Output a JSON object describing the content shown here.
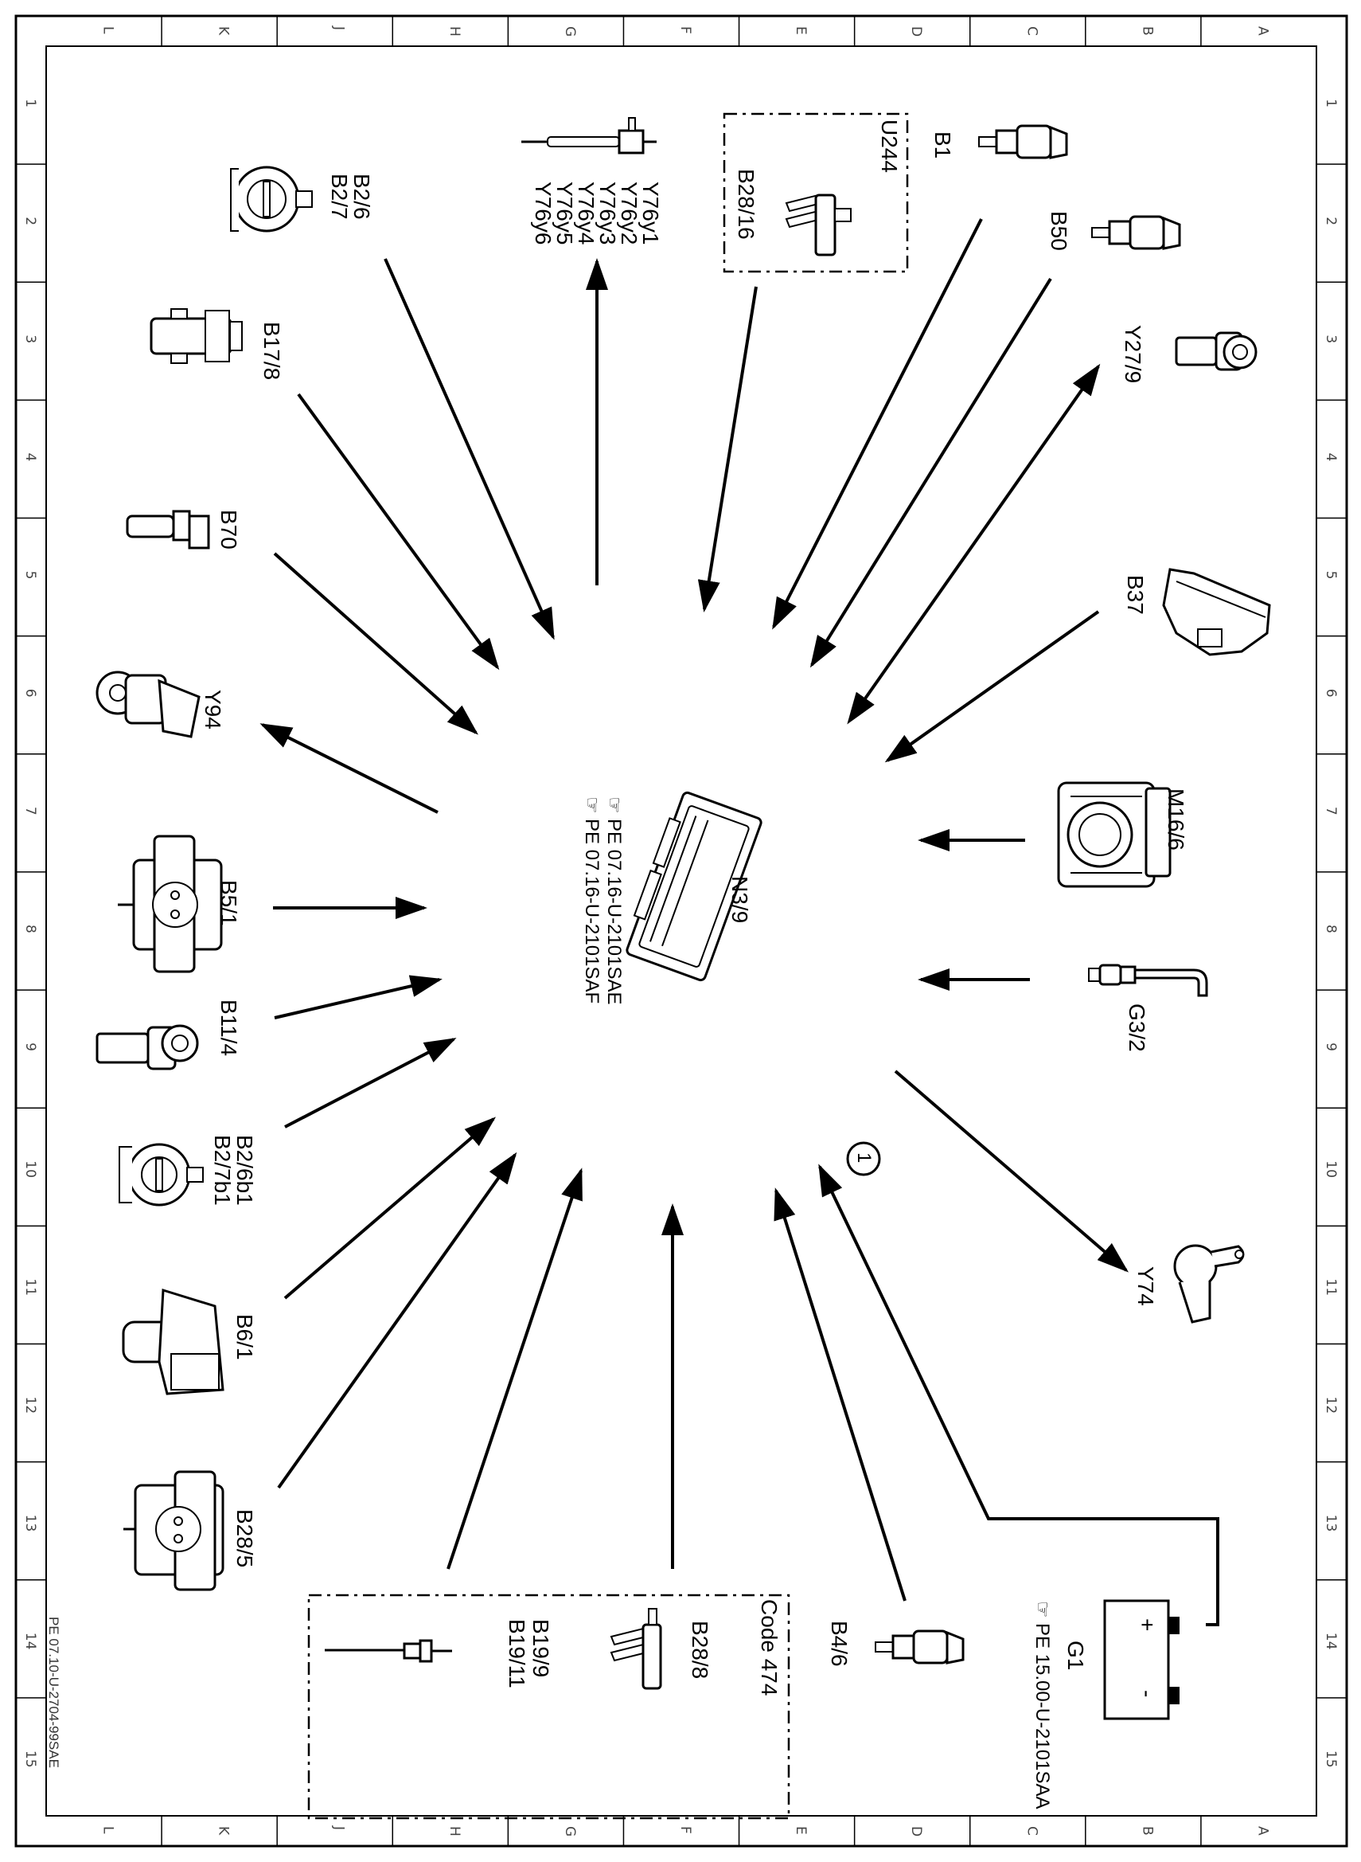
{
  "grid": {
    "letters": [
      "L",
      "K",
      "J",
      "H",
      "G",
      "F",
      "E",
      "D",
      "C",
      "B",
      "A"
    ],
    "numbers": [
      "1",
      "2",
      "3",
      "4",
      "5",
      "6",
      "7",
      "8",
      "9",
      "10",
      "11",
      "12",
      "13",
      "14",
      "15"
    ]
  },
  "document_ref": "PE 07.10-U-2704-99SAE",
  "center": {
    "label": "N3/9",
    "ref1": "PE 07.16-U-2101SAE",
    "ref2": "PE 07.16-U-2101SAF"
  },
  "components": {
    "b1": "B1",
    "b50": "B50",
    "y27_9": "Y27/9",
    "b37": "B37",
    "m16_6": "M16/6",
    "g3_2": "G3/2",
    "y74": "Y74",
    "g1": "G1",
    "g1_ref": "PE 15.00-U-2101SAA",
    "b4_6": "B4/6",
    "code474": "Code 474",
    "b28_8": "B28/8",
    "b19_9": "B19/9",
    "b19_11": "B19/11",
    "b28_5": "B28/5",
    "b6_1": "B6/1",
    "b2_6b1": "B2/6b1",
    "b2_7b1": "B2/7b1",
    "b11_4": "B11/4",
    "b5_1": "B5/1",
    "y94": "Y94",
    "b70": "B70",
    "b17_8": "B17/8",
    "b2_6": "B2/6",
    "b2_7": "B2/7",
    "y76y1": "Y76y1",
    "y76y2": "Y76y2",
    "y76y3": "Y76y3",
    "y76y4": "Y76y4",
    "y76y5": "Y76y5",
    "y76y6": "Y76y6",
    "u244": "U244",
    "b28_16": "B28/16"
  },
  "callout": "1",
  "battery": {
    "plus": "+",
    "minus": "-"
  }
}
